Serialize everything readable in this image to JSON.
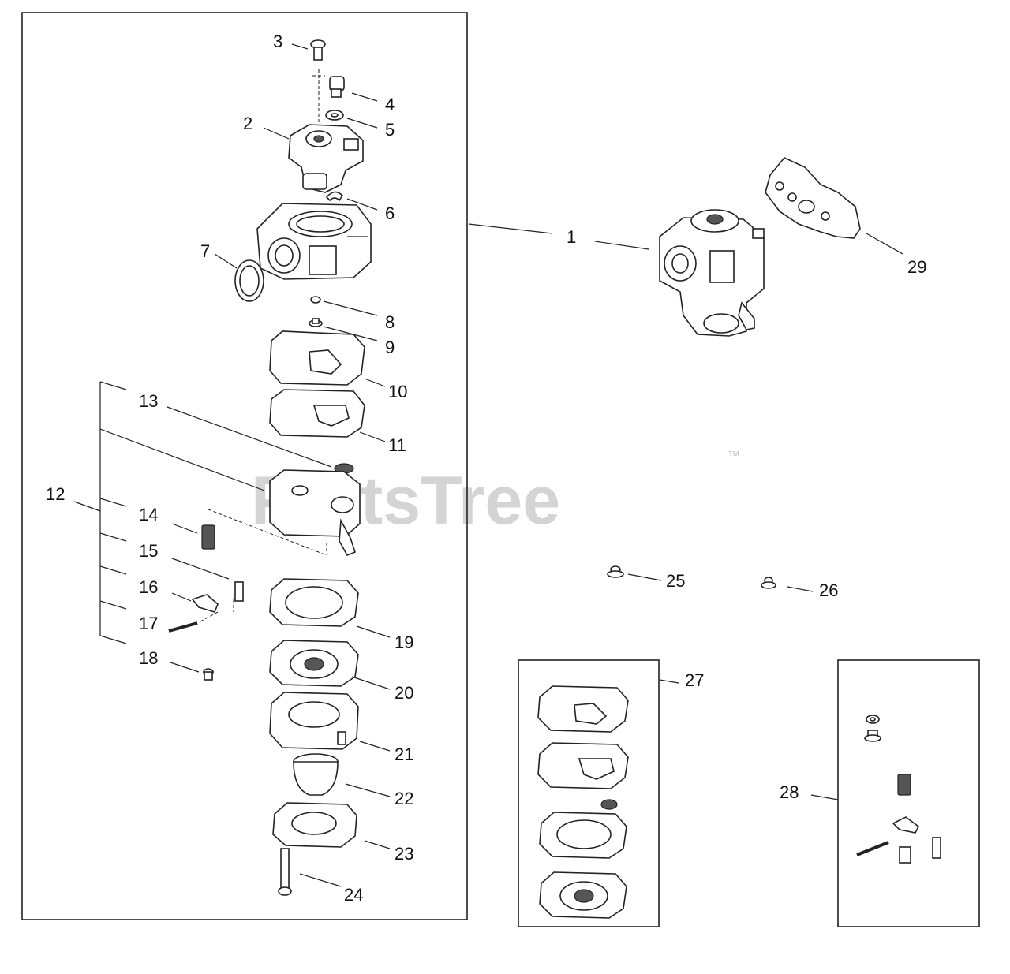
{
  "watermark": {
    "text": "PartsTree",
    "trademark": "™"
  },
  "callouts": {
    "c1": "1",
    "c2": "2",
    "c3": "3",
    "c4": "4",
    "c5": "5",
    "c6": "6",
    "c7": "7",
    "c8": "8",
    "c9": "9",
    "c10": "10",
    "c11": "11",
    "c12": "12",
    "c13": "13",
    "c14": "14",
    "c15": "15",
    "c16": "16",
    "c17": "17",
    "c18": "18",
    "c19": "19",
    "c20": "20",
    "c21": "21",
    "c22": "22",
    "c23": "23",
    "c24": "24",
    "c25": "25",
    "c26": "26",
    "c27": "27",
    "c28": "28",
    "c29": "29"
  }
}
